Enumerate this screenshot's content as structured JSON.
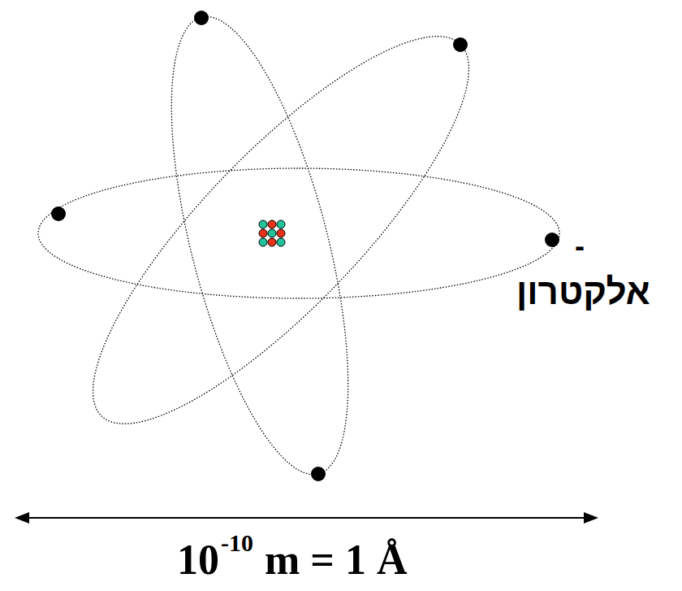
{
  "diagram": {
    "labels": [
      "-",
      "אלקטרון",
      "10",
      "-10",
      "m = 1 Å"
    ]
  }
}
